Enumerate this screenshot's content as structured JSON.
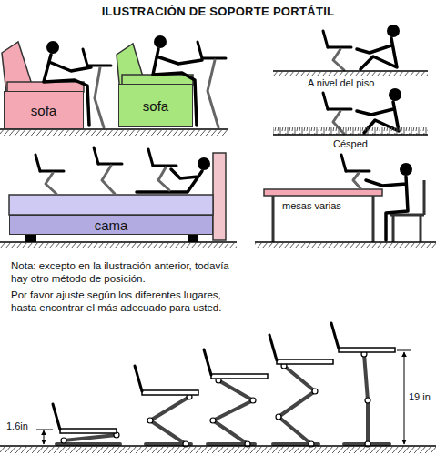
{
  "diagram": {
    "title": "ILUSTRACIÓN DE SOPORTE PORTÁTIL",
    "nodes": [
      {
        "text": [
          "sofa"
        ]
      },
      {
        "text": [
          "sofa"
        ]
      },
      {
        "text": [
          "cama"
        ]
      }
    ],
    "labels": [
      "A nivel del piso",
      "Césped",
      "mesas varias",
      "Nota: excepto en la ilustración anterior, todavía hay otro método de posición.",
      "Por favor ajuste según los diferentes lugares, hasta encontrar el más adecuado para usted.",
      "19 in",
      "1.6in"
    ]
  }
}
